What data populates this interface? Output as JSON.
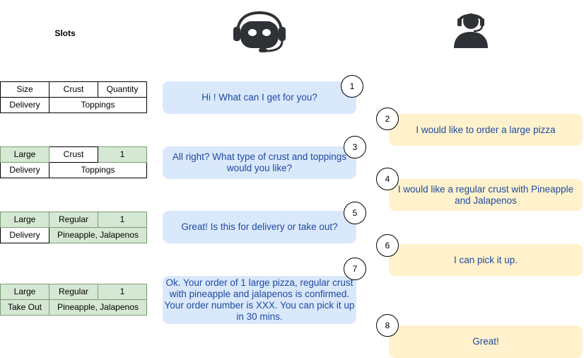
{
  "slots_title": "Slots",
  "slot_tables": [
    [
      [
        "Size",
        "Crust",
        "Quantity"
      ],
      [
        "Delivery",
        "Toppings"
      ]
    ],
    [
      [
        "Large",
        "Crust",
        "1"
      ],
      [
        "Delivery",
        "Toppings"
      ]
    ],
    [
      [
        "Large",
        "Regular",
        "1"
      ],
      [
        "Delivery",
        "Pineapple, Jalapenos"
      ]
    ],
    [
      [
        "Large",
        "Regular",
        "1"
      ],
      [
        "Take Out",
        "Pineapple, Jalapenos"
      ]
    ]
  ],
  "messages": [
    {
      "step": "1",
      "speaker": "bot",
      "text": "Hi ! What can I get for you?"
    },
    {
      "step": "2",
      "speaker": "user",
      "text": "I would like to order a large pizza"
    },
    {
      "step": "3",
      "speaker": "bot",
      "text": "All right? What type of crust and toppings would you like?"
    },
    {
      "step": "4",
      "speaker": "user",
      "text": "I would like a regular crust with Pineapple and Jalapenos"
    },
    {
      "step": "5",
      "speaker": "bot",
      "text": "Great! Is this for delivery or take out?"
    },
    {
      "step": "6",
      "speaker": "user",
      "text": "I can pick it up."
    },
    {
      "step": "7",
      "speaker": "bot",
      "text": "Ok. Your order of 1 large pizza, regular crust with pineapple and jalapenos is confirmed. Your order number is XXX. You can pick it up in 30 mins."
    },
    {
      "step": "8",
      "speaker": "user",
      "text": "Great!"
    }
  ],
  "icons": {
    "bot": "robot-headset-icon",
    "user": "support-agent-icon"
  },
  "colors": {
    "bot_bubble": "#dae8fc",
    "user_bubble": "#fff2cc",
    "filled_slot": "#d5e8d4",
    "bubble_text": "#1f4aa0"
  }
}
